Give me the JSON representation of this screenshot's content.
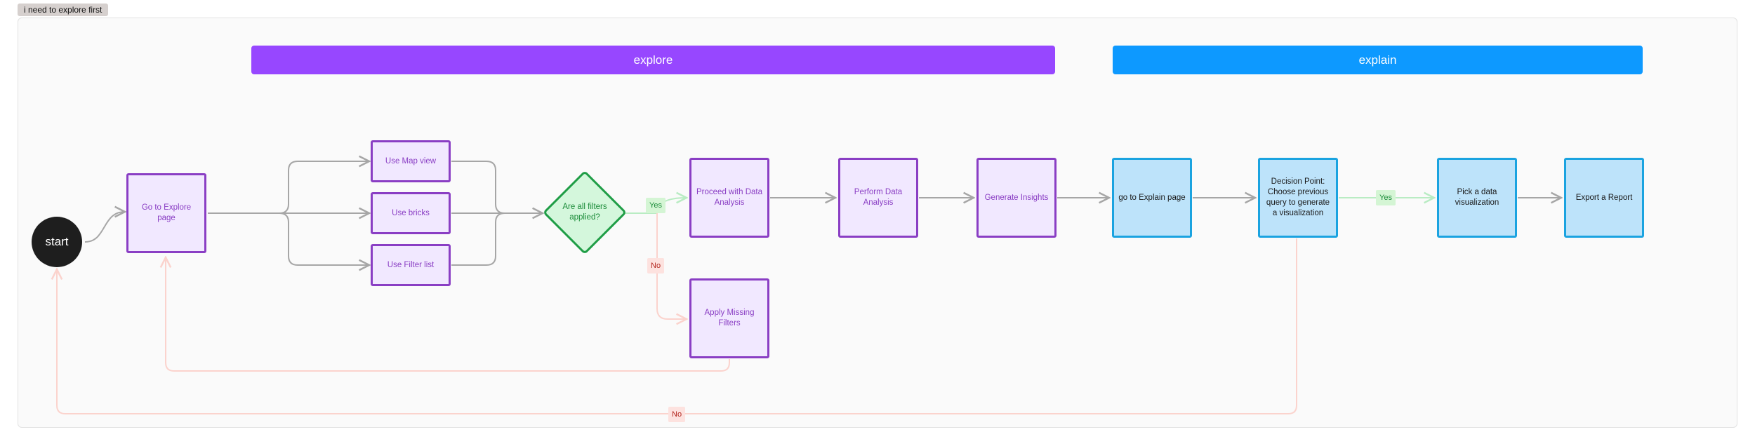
{
  "frame_tag": "i need to explore first",
  "sections": {
    "explore": "explore",
    "explain": "explain"
  },
  "nodes": {
    "start": "start",
    "go_explore": "Go to Explore page",
    "map_view": "Use Map view",
    "bricks": "Use bricks",
    "filter_list": "Use Filter list",
    "decision_filters": "Are all filters applied?",
    "proceed": "Proceed with Data Analysis",
    "apply_missing": "Apply Missing Filters",
    "perform": "Perform Data Analysis",
    "insights": "Generate Insights",
    "go_explain": "go to Explain page",
    "decision_query": "Decision Point: Choose previous query to generate a visualization",
    "pick_viz": "Pick a data visualization",
    "export": "Export a Report"
  },
  "edge_labels": {
    "yes_filters": "Yes",
    "no_filters": "No",
    "yes_query": "Yes",
    "no_query": "No"
  },
  "colors": {
    "explore_section": "#9747ff",
    "explain_section": "#0d99ff",
    "purple_node_fill": "#f1e8ff",
    "purple_node_border": "#8a3ec4",
    "blue_node_fill": "#bde3fa",
    "blue_node_border": "#1aa3e0",
    "decision_fill": "#d4f7dc",
    "decision_border": "#1f9d46",
    "start_fill": "#1e1e1e",
    "connector_gray": "#a6a6a6",
    "connector_green": "#b9ecc3",
    "connector_red": "#fbd3cd"
  }
}
